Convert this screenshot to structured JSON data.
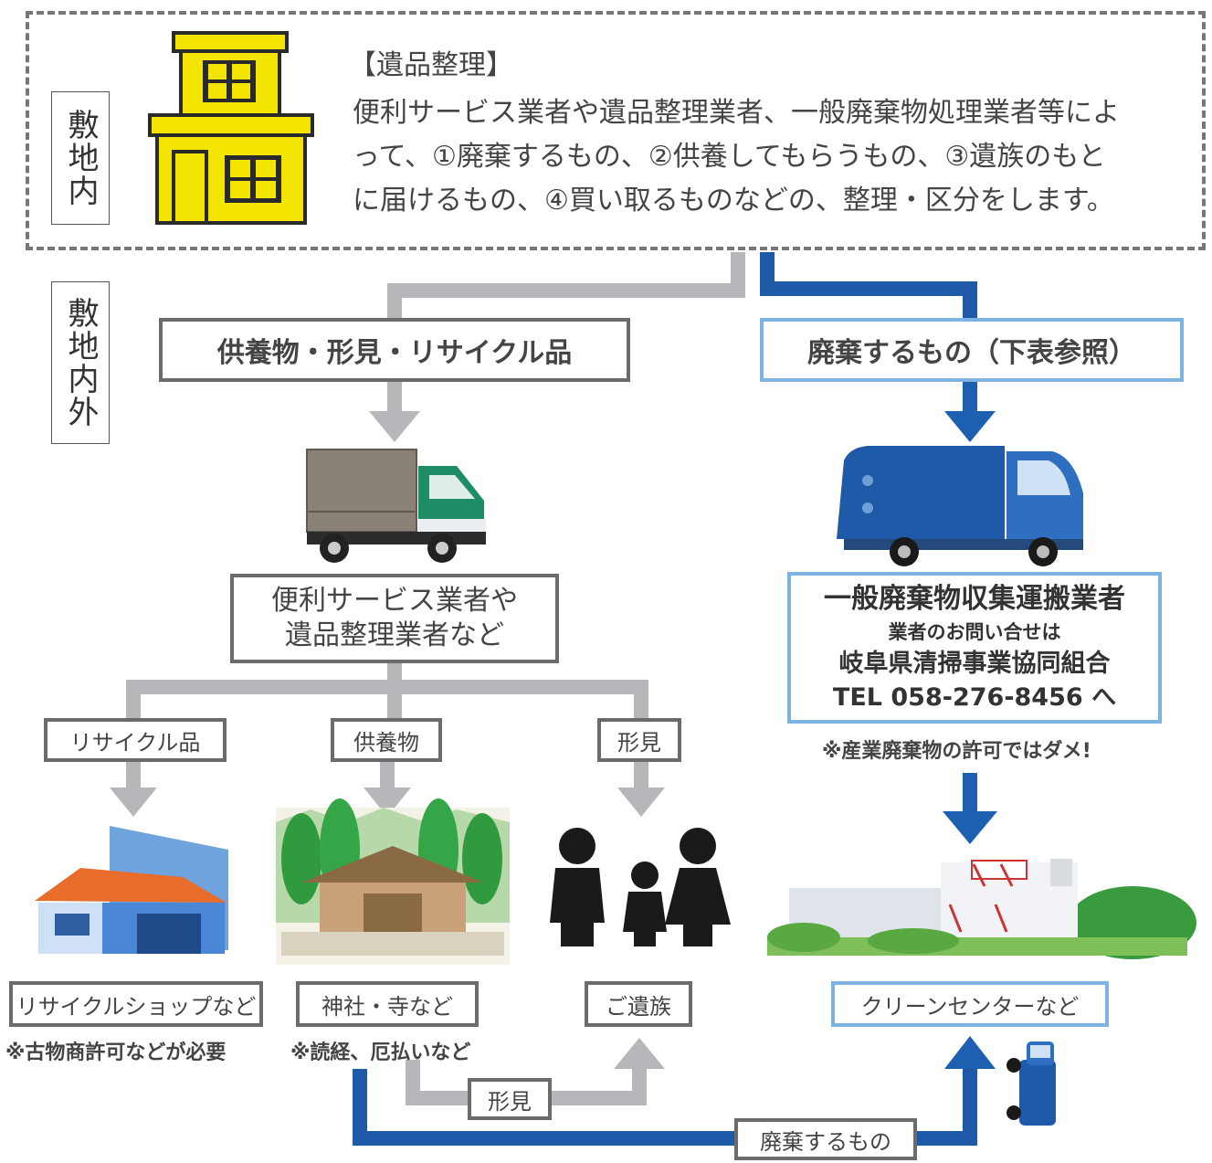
{
  "onsite_label": "敷地内",
  "offsite_label": "敷地内外",
  "top": {
    "title": "【遺品整理】",
    "lines": [
      "便利サービス業者や遺品整理業者、一般廃棄物処理業者等によ",
      "って、①廃棄するもの、②供養してもらうもの、③遺族のもと",
      "に届けるもの、④買い取るものなどの、整理・区分をします。"
    ]
  },
  "left_header": "供養物・形見・リサイクル品",
  "right_header": "廃棄するもの（下表参照）",
  "service_box": [
    "便利サービス業者や",
    "遺品整理業者など"
  ],
  "waste_box": {
    "title": "一般廃棄物収集運搬業者",
    "inquiry": "業者のお問い合せは",
    "org": "岐阜県清掃事業協同組合",
    "tel": "TEL 058-276-8456 へ",
    "note": "※産業廃棄物の許可ではダメ!"
  },
  "branches": {
    "recycle": "リサイクル品",
    "offering": "供養物",
    "keepsake": "形見"
  },
  "destinations": {
    "shop": "リサイクルショップなど",
    "shop_note": "※古物商許可などが必要",
    "shrine": "神社・寺など",
    "shrine_note": "※読経、厄払いなど",
    "family": "ご遺族",
    "center": "クリーンセンターなど"
  },
  "bottom": {
    "keepsake": "形見",
    "waste": "廃棄するもの"
  },
  "colors": {
    "gray_line": "#b5b7ba",
    "blue_line": "#1f5aa8",
    "blue_arrow": "#1d5fb0",
    "building_yellow": "#f3e500"
  }
}
